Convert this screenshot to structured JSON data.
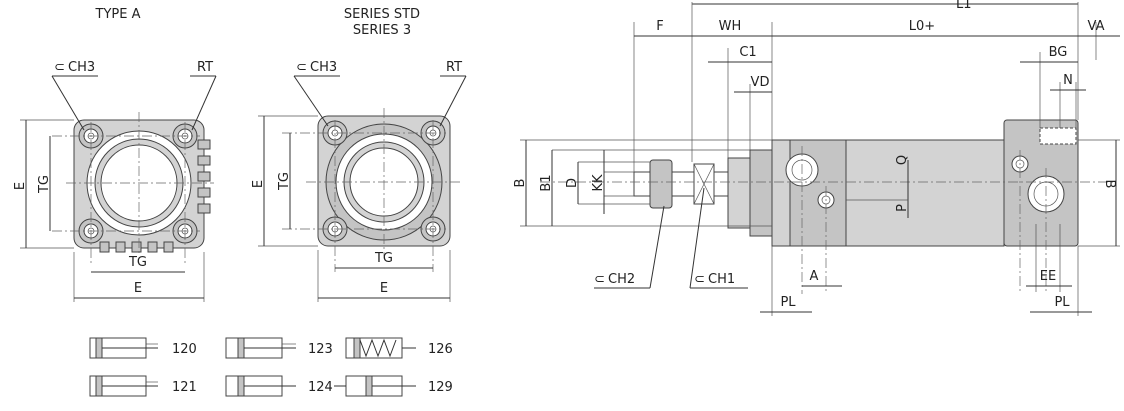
{
  "views": {
    "type_a": {
      "title": "TYPE A",
      "ch": "CH3",
      "rt": "RT",
      "e_v": "E",
      "tg_v": "TG",
      "tg_h": "TG",
      "e_h": "E"
    },
    "series_std": {
      "title1": "SERIES STD",
      "title2": "SERIES 3",
      "ch": "CH3",
      "rt": "RT",
      "e_v": "E",
      "tg_v": "TG",
      "tg_h": "TG",
      "e_h": "E"
    }
  },
  "models": [
    {
      "code": "120"
    },
    {
      "code": "123"
    },
    {
      "code": "126"
    },
    {
      "code": "121"
    },
    {
      "code": "124"
    },
    {
      "code": "129"
    }
  ],
  "side_view": {
    "labels": {
      "l1": "L1",
      "f": "F",
      "wh": "WH",
      "lo": "L0+",
      "va": "VA",
      "c1": "C1",
      "bg": "BG",
      "vd": "VD",
      "n": "N",
      "b_left": "B",
      "b1": "B1",
      "d": "D",
      "kk": "KK",
      "q": "Q",
      "p": "P",
      "b_right": "B",
      "ch2": "CH2",
      "ch1": "CH1",
      "a": "A",
      "ee": "EE",
      "pl_left": "PL",
      "pl_right": "PL"
    }
  }
}
